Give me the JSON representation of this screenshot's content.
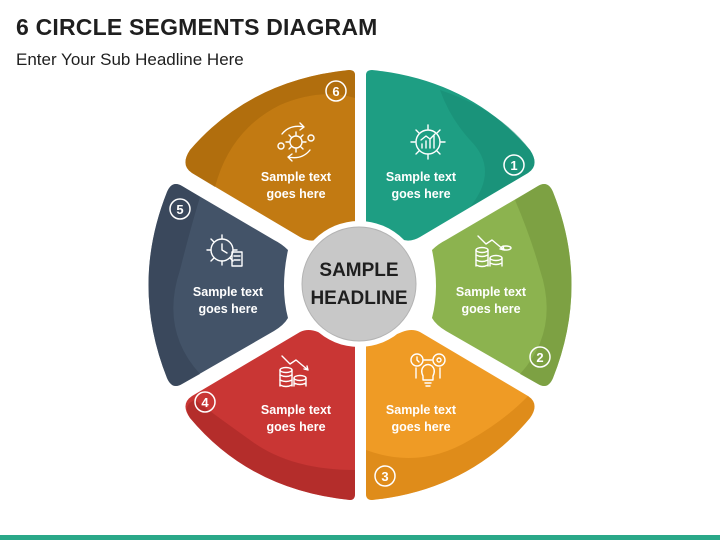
{
  "header": {
    "title": "6 CIRCLE SEGMENTS DIAGRAM",
    "subtitle": "Enter Your Sub Headline Here"
  },
  "center": {
    "line1": "SAMPLE",
    "line2": "HEADLINE"
  },
  "segments": [
    {
      "number": "1",
      "line1": "Sample text",
      "line2": "goes here",
      "color": "#1e9e83",
      "icon": "gear-chart-icon"
    },
    {
      "number": "2",
      "line1": "Sample text",
      "line2": "goes here",
      "color": "#8cb34f",
      "icon": "coins-down-icon"
    },
    {
      "number": "3",
      "line1": "Sample text",
      "line2": "goes here",
      "color": "#ef9b25",
      "icon": "idea-process-icon"
    },
    {
      "number": "4",
      "line1": "Sample text",
      "line2": "goes here",
      "color": "#c93634",
      "icon": "coins-down-icon"
    },
    {
      "number": "5",
      "line1": "Sample text",
      "line2": "goes here",
      "color": "#435368",
      "icon": "time-money-icon"
    },
    {
      "number": "6",
      "line1": "Sample text",
      "line2": "goes here",
      "color": "#c27a12",
      "icon": "cycle-gear-icon"
    }
  ]
}
